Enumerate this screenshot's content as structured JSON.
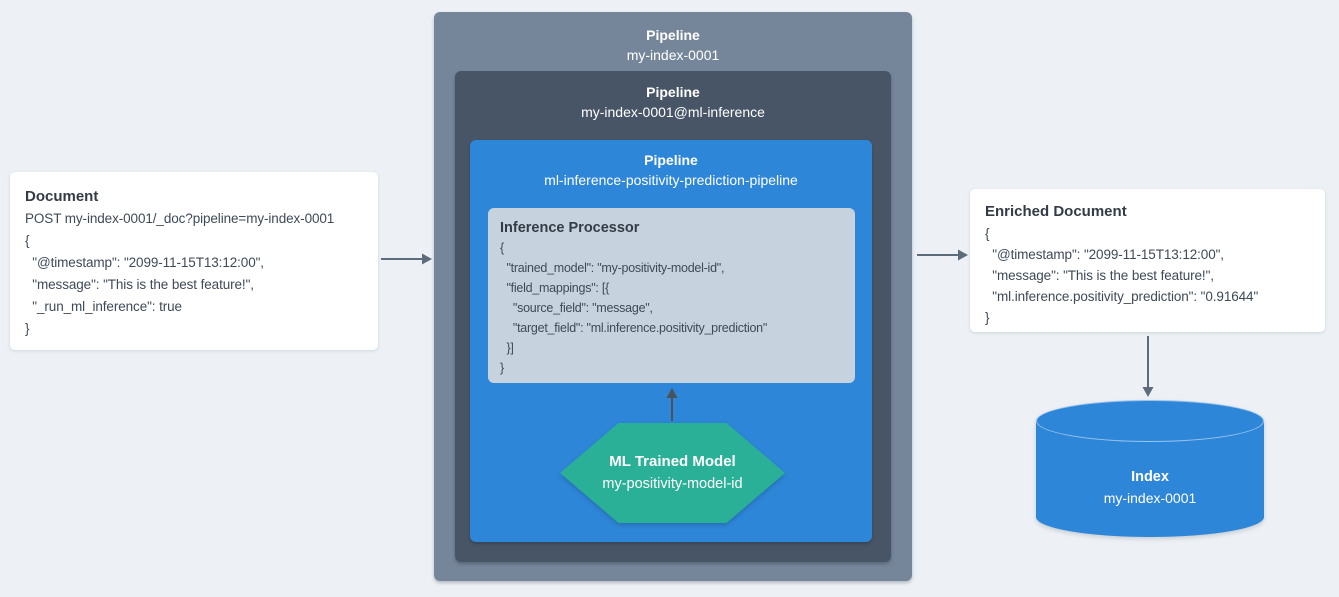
{
  "document_card": {
    "title": "Document",
    "lines": [
      "POST my-index-0001/_doc?pipeline=my-index-0001",
      "{",
      "  \"@timestamp\": \"2099-11-15T13:12:00\",",
      "  \"message\": \"This is the best feature!\",",
      "  \"_run_ml_inference\": true",
      "}"
    ]
  },
  "outer_pipeline": {
    "label": "Pipeline",
    "name": "my-index-0001"
  },
  "ml_inference_pipeline": {
    "label": "Pipeline",
    "name": "my-index-0001@ml-inference"
  },
  "inference_pipeline": {
    "label": "Pipeline",
    "name": "ml-inference-positivity-prediction-pipeline"
  },
  "inference_processor": {
    "title": "Inference Processor",
    "lines": [
      "{",
      "  \"trained_model\": \"my-positivity-model-id\",",
      "  \"field_mappings\": [{",
      "    \"source_field\": \"message\",",
      "    \"target_field\": \"ml.inference.positivity_prediction\"",
      "  }]",
      "}"
    ]
  },
  "ml_trained_model": {
    "title": "ML Trained Model",
    "name": "my-positivity-model-id"
  },
  "enriched_document_card": {
    "title": "Enriched Document",
    "lines": [
      "{",
      "  \"@timestamp\": \"2099-11-15T13:12:00\",",
      "  \"message\": \"This is the best feature!\",",
      "  \"ml.inference.positivity_prediction\": \"0.91644\"",
      "}"
    ]
  },
  "index": {
    "title": "Index",
    "name": "my-index-0001"
  },
  "colors": {
    "background": "#edf1f6",
    "outer_pipeline_box": "#76869a",
    "ml_inference_pipeline_box": "#475567",
    "inference_pipeline_box": "#2e86d8",
    "processor_box": "#c6d2dd",
    "ml_model_hexagon": "#2bb098",
    "index_cylinder": "#2e86d8",
    "arrow": "#5d6c7b",
    "arrow_dark": "#49525b",
    "card_background": "#ffffff",
    "text_dark": "#3e4a57",
    "text_light": "#ffffff"
  }
}
